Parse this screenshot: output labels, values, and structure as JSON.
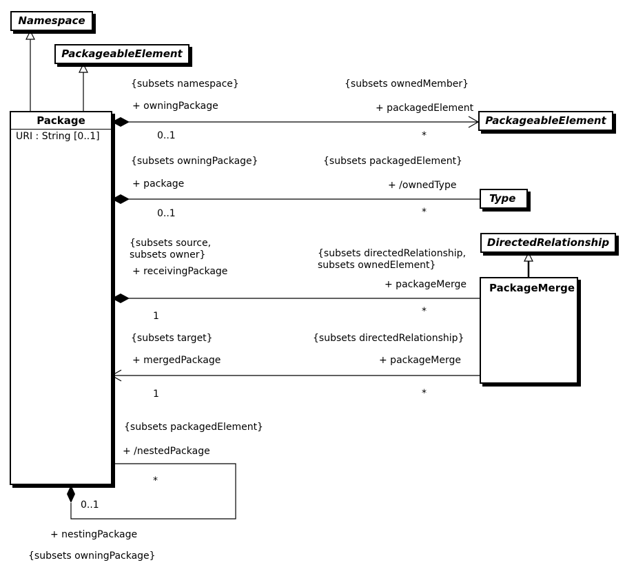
{
  "classes": {
    "namespace": "Namespace",
    "packageable_element_top": "PackageableElement",
    "package": "Package",
    "package_attribute": "URI : String [0..1]",
    "packageable_element_right": "PackageableElement",
    "type": "Type",
    "directed_relationship": "DirectedRelationship",
    "package_merge": "PackageMerge"
  },
  "associations": {
    "packaged_element": {
      "left_constraint": "{subsets namespace}",
      "left_role": "+ owningPackage",
      "left_mult": "0..1",
      "right_constraint": "{subsets ownedMember}",
      "right_role": "+ packagedElement",
      "right_mult": "*"
    },
    "owned_type": {
      "left_constraint": "{subsets owningPackage}",
      "left_role": "+ package",
      "left_mult": "0..1",
      "right_constraint": "{subsets packagedElement}",
      "right_role": "+ /ownedType",
      "right_mult": "*"
    },
    "package_merge_owner": {
      "left_constraint_1": "{subsets source,",
      "left_constraint_2": "subsets owner}",
      "left_role": "+ receivingPackage",
      "left_mult": "1",
      "right_constraint_1": "{subsets directedRelationship,",
      "right_constraint_2": "subsets ownedElement}",
      "right_role": "+ packageMerge",
      "right_mult": "*"
    },
    "merged_package": {
      "left_constraint": "{subsets target}",
      "left_role": "+ mergedPackage",
      "left_mult": "1",
      "right_constraint": "{subsets directedRelationship}",
      "right_role": "+ packageMerge",
      "right_mult": "*"
    },
    "nested_package": {
      "top_constraint": "{subsets packagedElement}",
      "top_role": "+ /nestedPackage",
      "top_mult": "*",
      "bottom_mult": "0..1",
      "bottom_role": "+ nestingPackage",
      "bottom_constraint": "{subsets owningPackage}"
    }
  }
}
